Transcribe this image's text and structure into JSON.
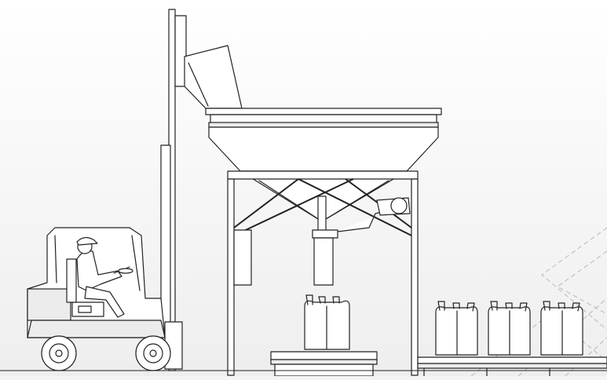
{
  "scene": {
    "description_items": [
      "forklift",
      "operator",
      "hopper",
      "support-frame",
      "bag-filling-spout",
      "bulk-bags",
      "roller-conveyor"
    ],
    "palette": {
      "line": "#222222",
      "fill": "#ffffff",
      "shade": "#ececec",
      "background_top": "#ffffff",
      "background_bottom": "#eeeeee",
      "pattern": "#b8b8b8"
    },
    "bulk_bag_count": 4
  }
}
